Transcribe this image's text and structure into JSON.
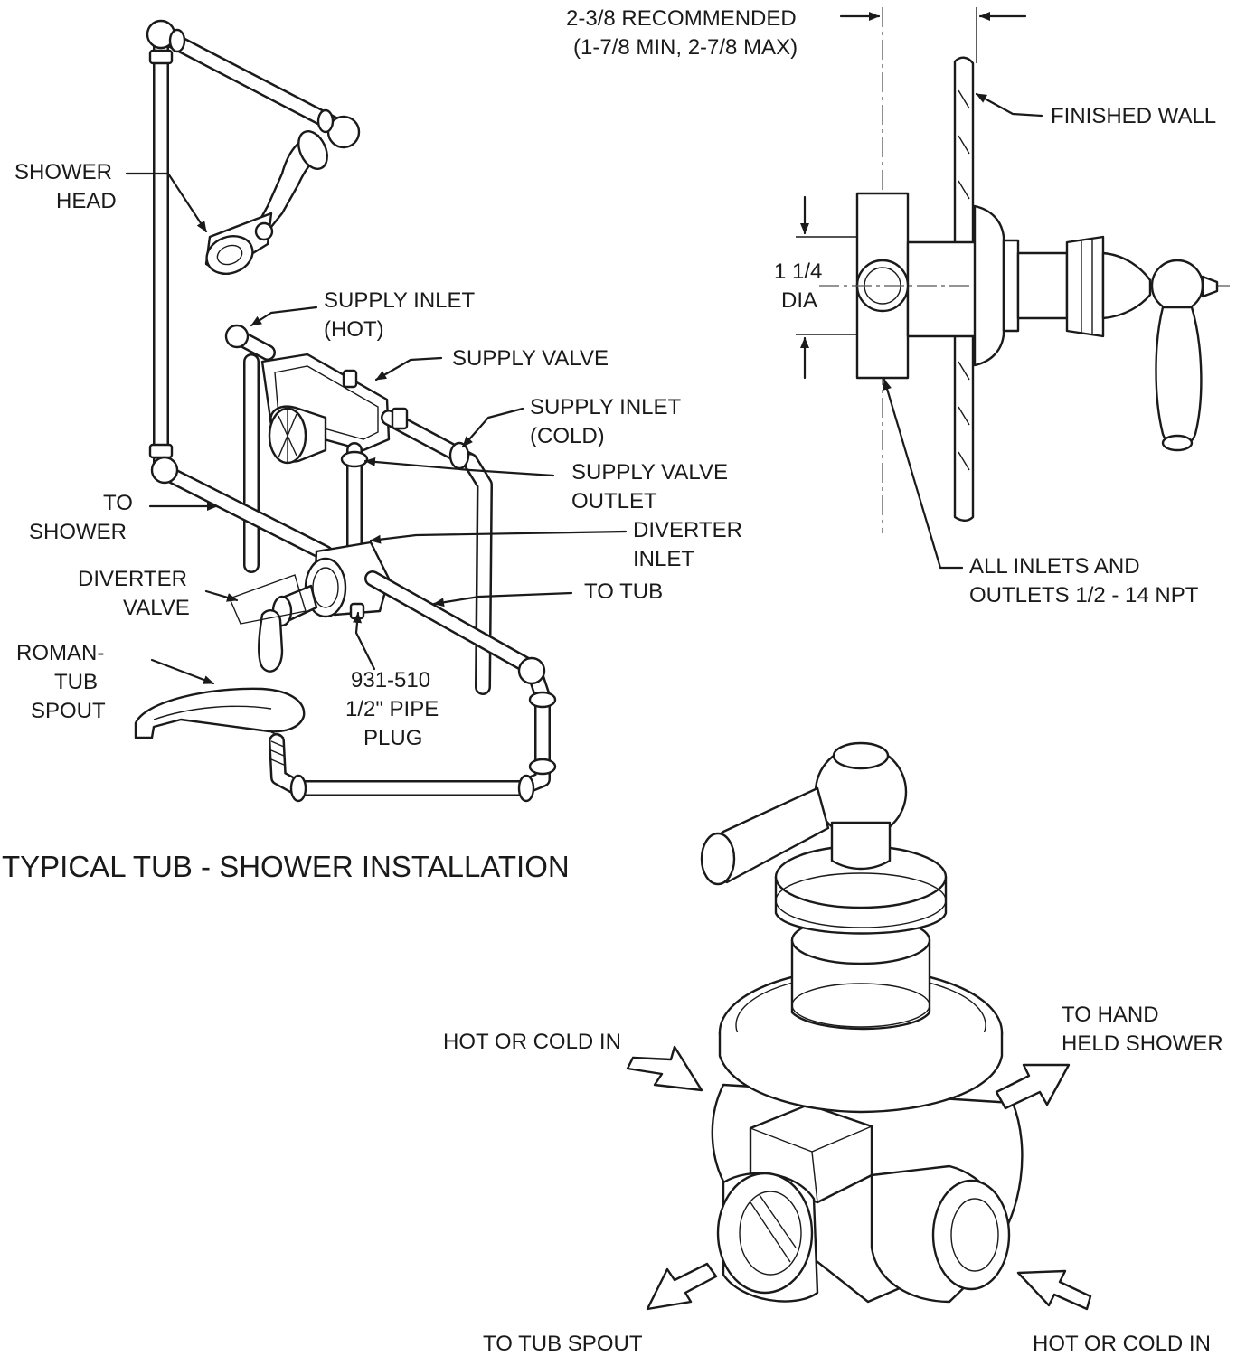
{
  "title": "TYPICAL TUB - SHOWER INSTALLATION",
  "labels": {
    "shower_head": [
      "SHOWER",
      "HEAD"
    ],
    "supply_inlet_hot": [
      "SUPPLY INLET",
      "(HOT)"
    ],
    "supply_valve": "SUPPLY VALVE",
    "supply_inlet_cold": [
      "SUPPLY INLET",
      "(COLD)"
    ],
    "supply_valve_outlet": [
      "SUPPLY VALVE",
      "OUTLET"
    ],
    "to_shower": [
      "TO",
      "SHOWER"
    ],
    "diverter_inlet": [
      "DIVERTER",
      "INLET"
    ],
    "diverter_valve": [
      "DIVERTER",
      "VALVE"
    ],
    "to_tub": "TO TUB",
    "roman_tub_spout": [
      "ROMAN-",
      "TUB",
      "SPOUT"
    ],
    "pipe_plug": [
      "931-510",
      "1/2\" PIPE",
      "PLUG"
    ]
  },
  "section_view": {
    "recommended": "2-3/8 RECOMMENDED",
    "min_max": "(1-7/8 MIN, 2-7/8 MAX)",
    "finished_wall": "FINISHED WALL",
    "dia": [
      "1 1/4",
      "DIA"
    ],
    "inlets_outlets": [
      "ALL INLETS AND",
      "OUTLETS 1/2 - 14 NPT"
    ]
  },
  "iso_view": {
    "hot_cold_in_left": "HOT OR COLD IN",
    "to_hand_held": [
      "TO HAND",
      "HELD SHOWER"
    ],
    "to_tub_spout": "TO TUB SPOUT",
    "hot_cold_in_right": "HOT OR COLD IN"
  }
}
